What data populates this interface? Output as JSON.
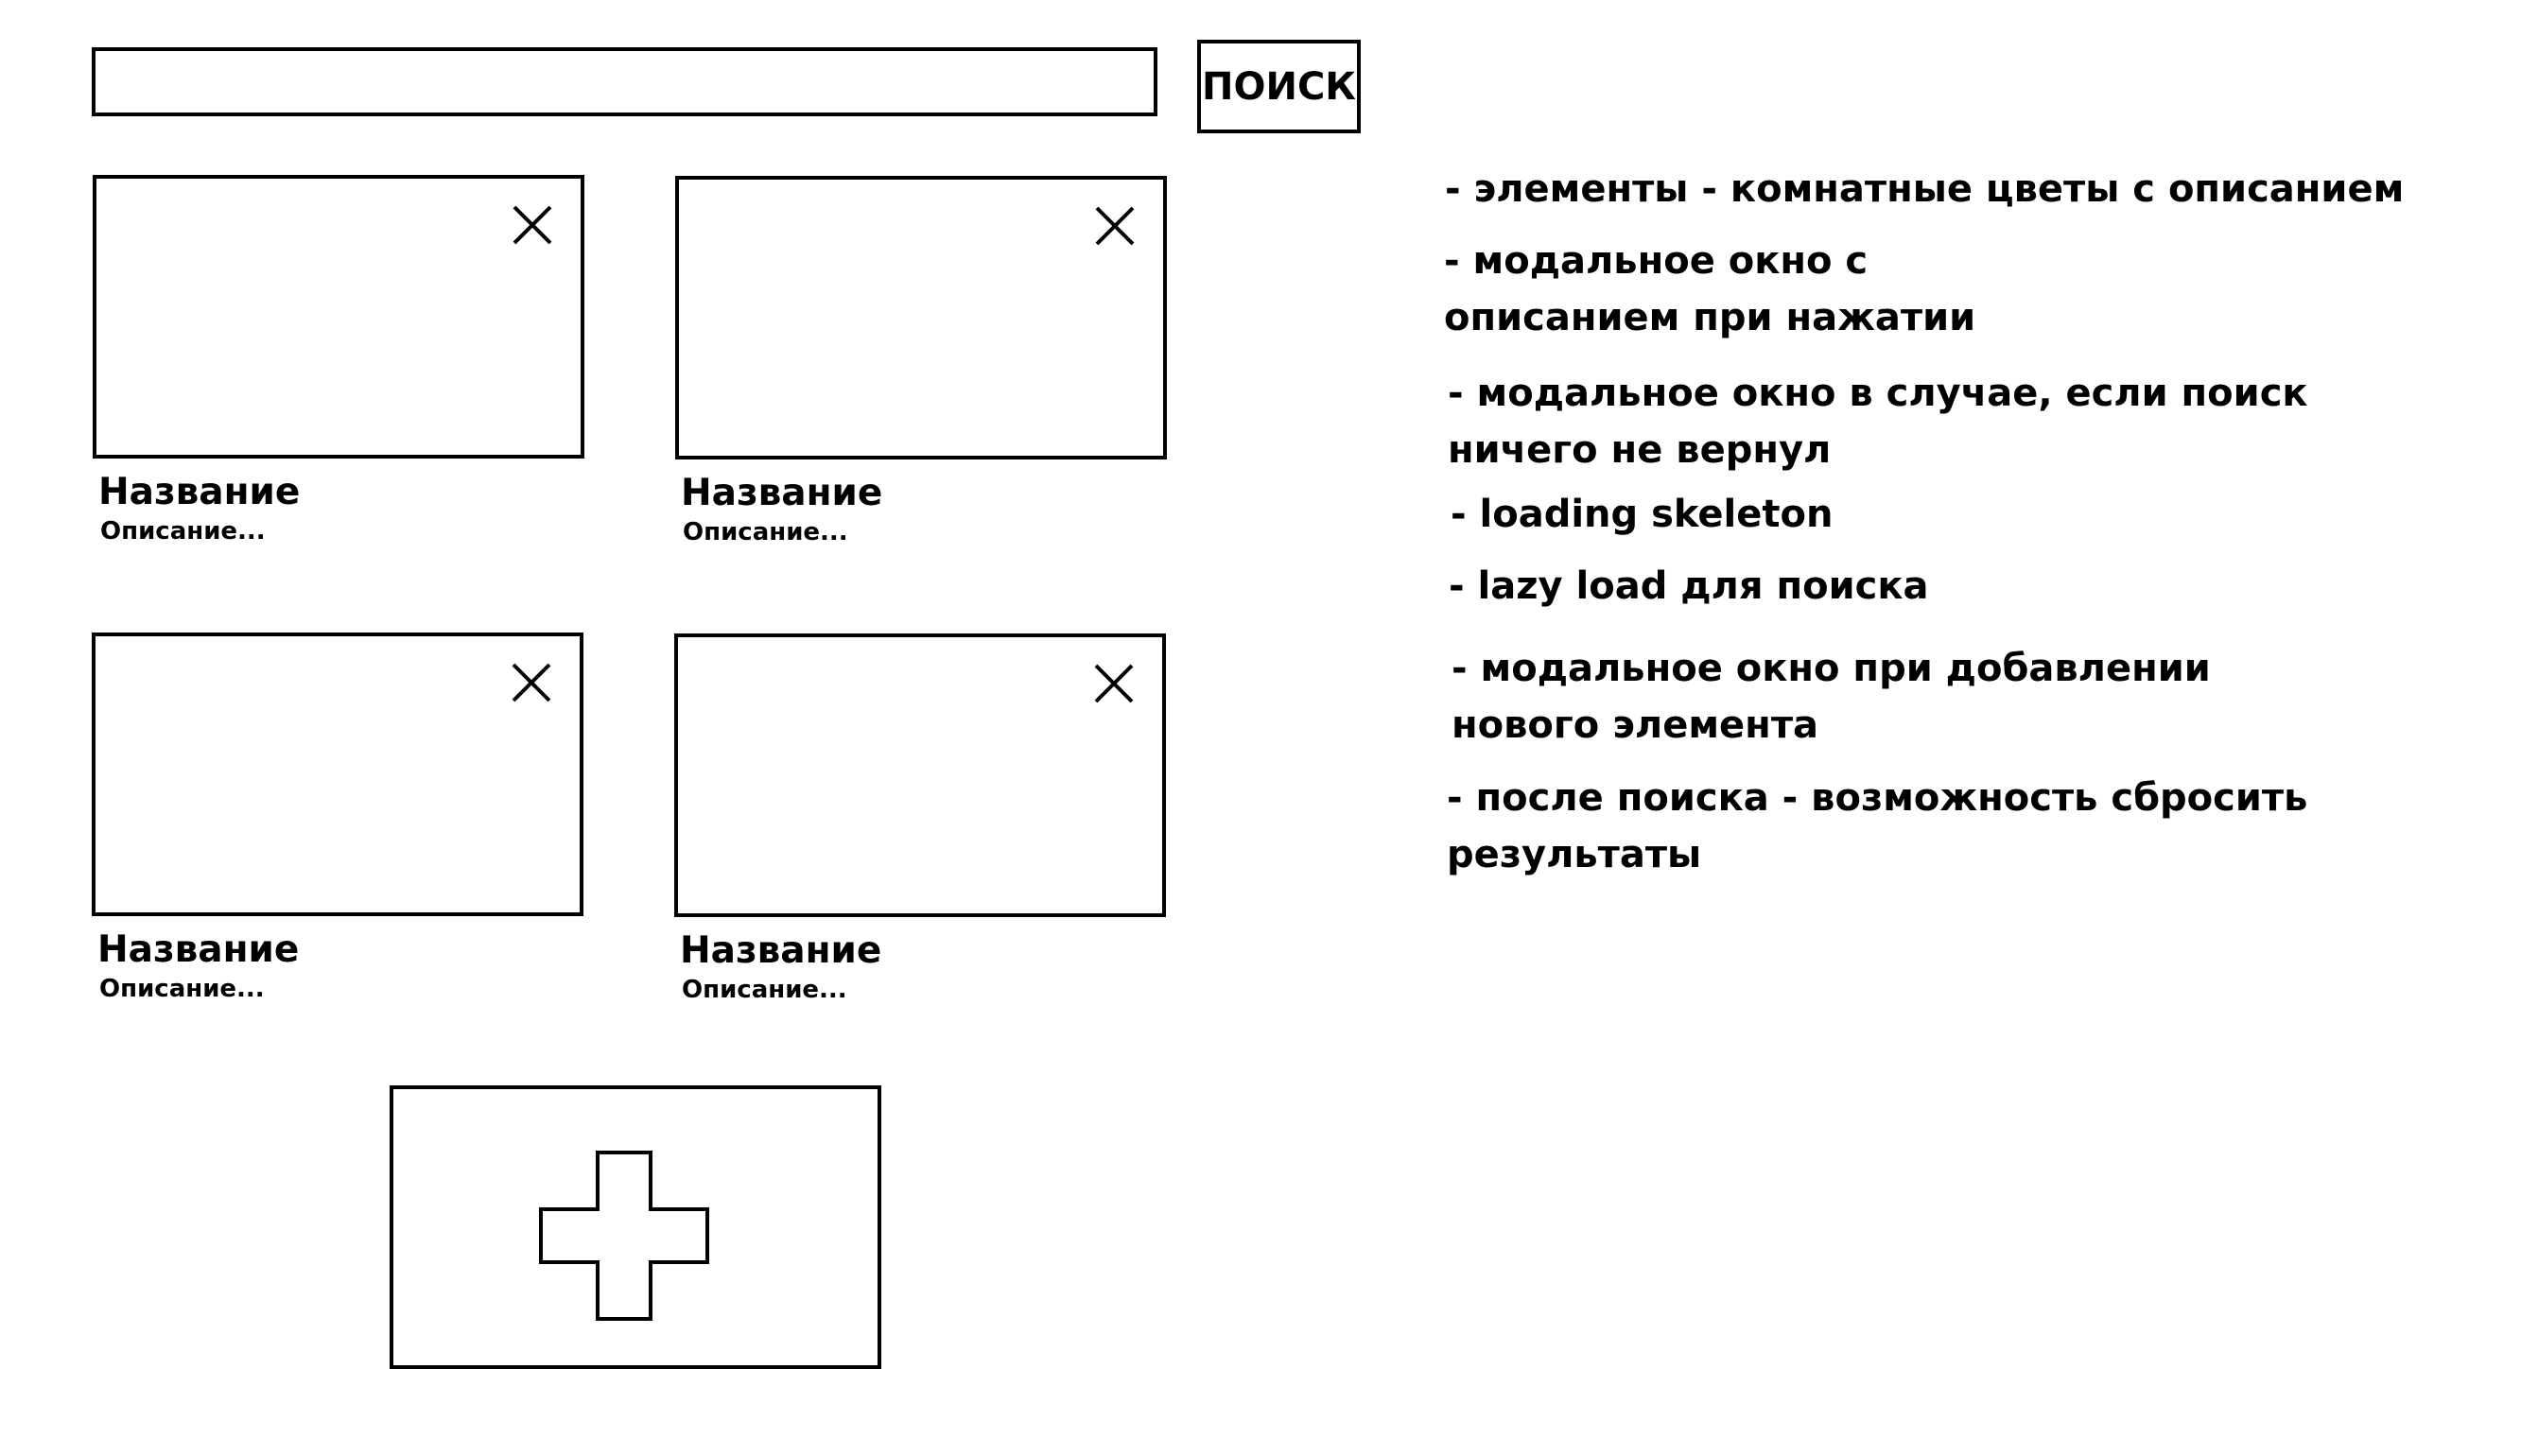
{
  "search": {
    "value": "",
    "placeholder": "",
    "button_label": "ПОИСК"
  },
  "cards": [
    {
      "title": "Название",
      "description": "Описание..."
    },
    {
      "title": "Название",
      "description": "Описание..."
    },
    {
      "title": "Название",
      "description": "Описание..."
    },
    {
      "title": "Название",
      "description": "Описание..."
    }
  ],
  "add_tile": {
    "icon": "plus-icon"
  },
  "icons": {
    "close": "close-icon",
    "add": "plus-icon"
  },
  "notes": [
    "- элементы - комнатные цветы с описанием",
    "- модальное окно с описанием при нажатии",
    "- модальное окно в случае, если поиск ничего не вернул",
    "- loading skeleton",
    "- lazy load для поиска",
    "- модальное окно при добавлении нового элемента",
    "- после поиска - возможность сбросить результаты"
  ]
}
